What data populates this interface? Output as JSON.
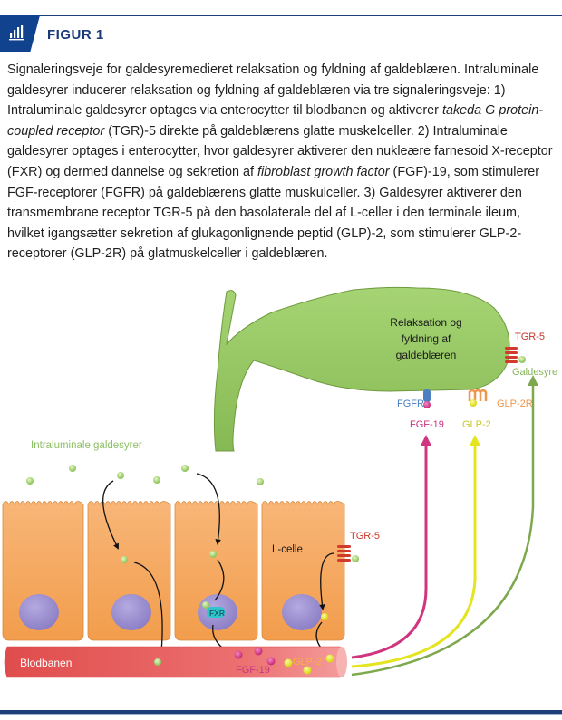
{
  "header": {
    "icon": "bar-chart-icon",
    "title": "FIGUR 1"
  },
  "caption": {
    "p1": "Signaleringsveje for galdesyremedieret relaksation og fyldning af galdeblæren. Intraluminale galdesyrer inducerer relaksation og fyldning af galdeblæren via tre signaleringsveje: 1) Intraluminale galdesyrer optages via enterocytter til blodbanen og aktiverer ",
    "i1": "takeda G protein-coupled receptor",
    "p2": " (TGR)-5 direkte på galdeblærens glatte muskelceller. 2) Intraluminale galdesyrer optages i enterocytter, hvor galdesyrer aktiverer den nukleære farnesoid X-receptor (FXR) og dermed dannelse og sekretion af ",
    "i2": "fibroblast growth factor",
    "p3": " (FGF)-19, som stimulerer FGF-receptorer (FGFR) på galdeblærens glatte muskulceller. 3) Galdesyrer aktiverer den transmembrane receptor TGR-5 på den basolaterale del af L-celler i den terminale ileum, hvilket igangsætter sekretion af glukagonlignende peptid (GLP)-2, som stimulerer GLP-2-receptorer (GLP-2R) på glatmuskelceller i galdeblæren."
  },
  "diagram": {
    "gallbladder_label_lines": [
      "Relaksation og",
      "fyldning af",
      "galdeblæren"
    ],
    "labels": {
      "tgr5_top": "TGR-5",
      "galdesyre": "Galdesyre",
      "fgfr": "FGFR",
      "glp2r": "GLP-2R",
      "fgf19_top": "FGF-19",
      "glp2_top": "GLP-2",
      "intraluminal": "Intraluminale galdesyrer",
      "lcelle": "L-celle",
      "tgr5_cell": "TGR-5",
      "fxr": "FXR",
      "blodbanen": "Blodbanen",
      "fgf19_blood": "FGF-19",
      "glp2_blood": "GLP-2"
    },
    "colors": {
      "gallbladder": "#8cc05a",
      "cell": "#f5a860",
      "nucleus": "#9b8fd0",
      "blood": "#e65a5a",
      "fgf19": "#d0357f",
      "glp2": "#e4e420",
      "bile_acid": "#a8d66a",
      "tgr5": "#d23a2c",
      "fgfr": "#4c7fc2",
      "glp2r": "#f0964a",
      "arrow_green": "#7ea84e",
      "header_blue": "#11428e"
    }
  }
}
